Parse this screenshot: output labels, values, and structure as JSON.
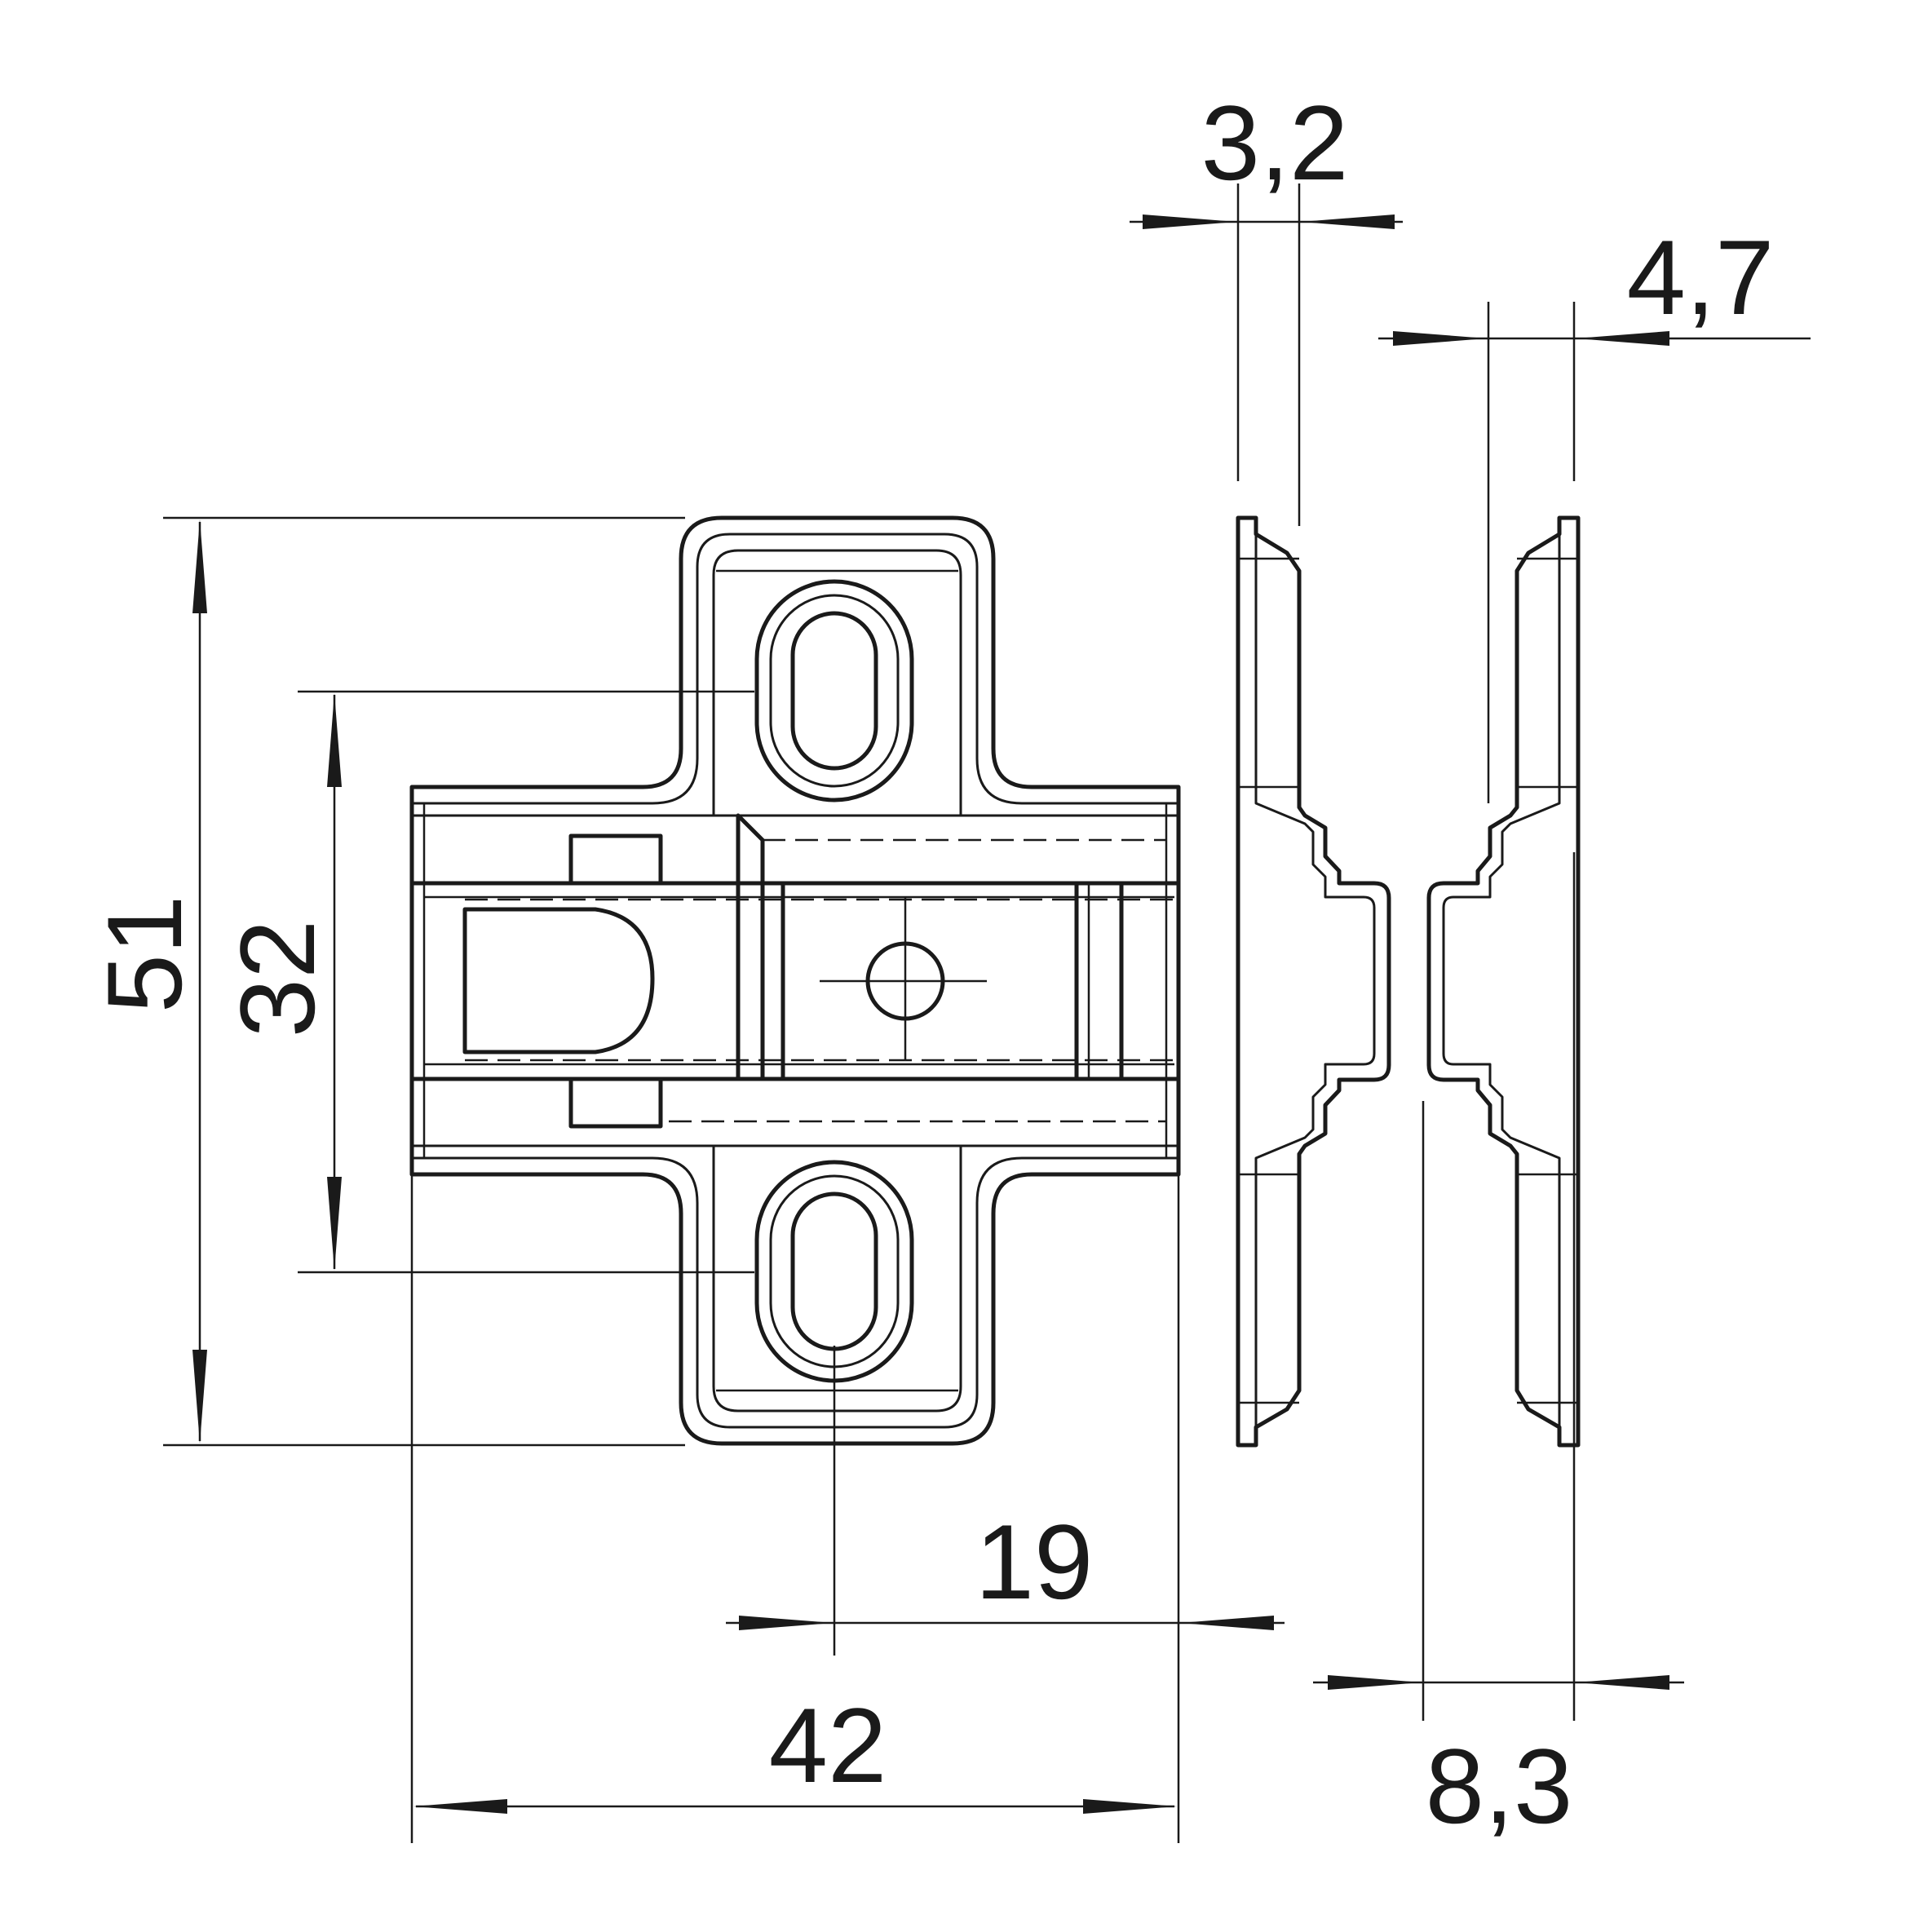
{
  "drawing": {
    "description_visible": false,
    "dimensions": {
      "width_total": "42",
      "hole_offset": "19",
      "height_total": "51",
      "hole_spacing": "32",
      "plate_thickness": "3,2",
      "rail_thickness": "4,7",
      "side_depth": "8,3"
    },
    "line_color": "#1a1a1a",
    "background_color": "#ffffff"
  }
}
